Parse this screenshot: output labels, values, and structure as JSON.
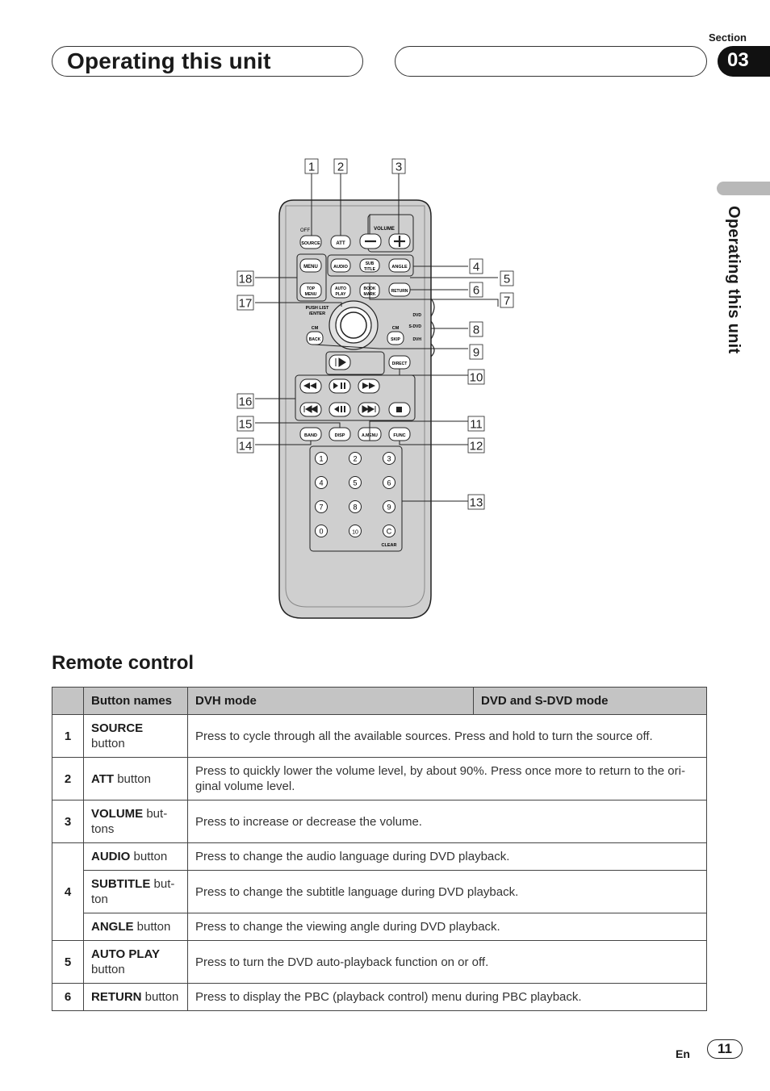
{
  "header": {
    "title": "Operating this unit",
    "section_label": "Section",
    "section_number": "03"
  },
  "side_tab": {
    "label": "Operating this unit"
  },
  "figure": {
    "callouts": [
      "1",
      "2",
      "3",
      "4",
      "5",
      "6",
      "7",
      "8",
      "9",
      "10",
      "11",
      "12",
      "13",
      "14",
      "15",
      "16",
      "17",
      "18"
    ],
    "remote": {
      "source": "SOURCE",
      "off": "OFF",
      "att": "ATT",
      "volume": "VOLUME",
      "menu": "MENU",
      "audio": "AUDIO",
      "subtitle_1": "SUB",
      "subtitle_2": "TITLE",
      "angle": "ANGLE",
      "top_menu_1": "TOP",
      "top_menu_2": "MENU",
      "auto_play_1": "AUTO",
      "auto_play_2": "PLAY",
      "bookmark_1": "BOOK",
      "bookmark_2": "MARK",
      "return": "RETURN",
      "push_list_1": "PUSH LIST",
      "push_list_2": "/ENTER",
      "cm_left": "CM",
      "cm_right": "CM",
      "back": "BACK",
      "skip": "SKIP",
      "dvd": "DVD",
      "s_dvd": "S-DVD",
      "dvh": "DVH",
      "direct": "DIRECT",
      "band": "BAND",
      "disp": "DISP",
      "a_menu": "A.MENU",
      "func": "FUNC",
      "keypad": [
        "1",
        "2",
        "3",
        "4",
        "5",
        "6",
        "7",
        "8",
        "9",
        "0",
        "10",
        "C"
      ],
      "clear": "CLEAR"
    }
  },
  "section_title": "Remote control",
  "table": {
    "headers": [
      "",
      "Button names",
      "DVH mode",
      "DVD and S-DVD mode"
    ],
    "rows": [
      {
        "num": "1",
        "name": "SOURCE",
        "suffix": " button",
        "desc": "Press to cycle through all the available sources. Press and hold to turn the source off."
      },
      {
        "num": "2",
        "name": "ATT",
        "suffix": " button",
        "desc": "Press to quickly lower the volume level, by about 90%. Press once more to return to the ori- ginal volume level."
      },
      {
        "num": "3",
        "name": "VOLUME",
        "suffix": " but- tons",
        "desc": "Press to increase or decrease the volume."
      },
      {
        "num": "4",
        "name": "AUDIO",
        "suffix": " button",
        "desc": "Press to change the audio language during DVD playback."
      },
      {
        "num": "",
        "name": "SUBTITLE",
        "suffix": " but- ton",
        "desc": "Press to change the subtitle language during DVD playback."
      },
      {
        "num": "",
        "name": "ANGLE",
        "suffix": " button",
        "desc": "Press to change the viewing angle during DVD playback."
      },
      {
        "num": "5",
        "name": "AUTO PLAY",
        "suffix": " button",
        "desc": "Press to turn the DVD auto-playback function on or off."
      },
      {
        "num": "6",
        "name": "RETURN",
        "suffix": " button",
        "desc": "Press to display the PBC (playback control) menu during PBC playback."
      }
    ]
  },
  "footer": {
    "lang": "En",
    "page": "11"
  }
}
